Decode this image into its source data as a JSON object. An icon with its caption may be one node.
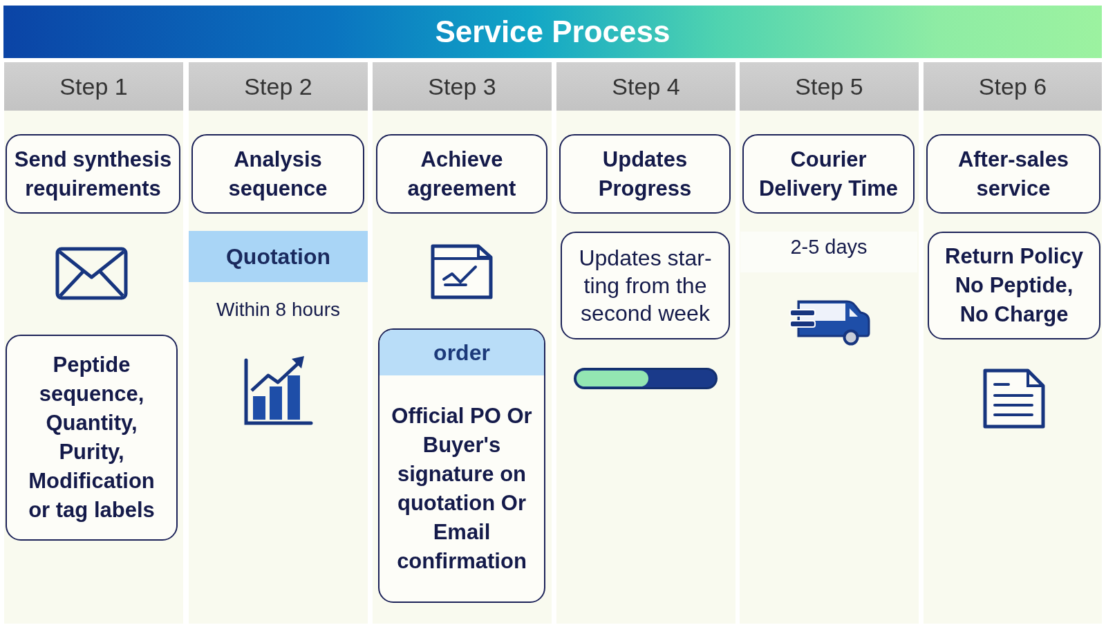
{
  "diagram": {
    "title": "Service Process",
    "nodes": [
      {
        "text": [
          "Step 1"
        ]
      },
      {
        "text": [
          "Send synthesis requirements"
        ],
        "in": 0
      },
      {
        "text": [
          "Peptide sequence, Quantity, Purity, Modification or tag labels"
        ],
        "in": 0
      },
      {
        "text": [
          "Step 2"
        ]
      },
      {
        "text": [
          "Analysis sequence"
        ],
        "in": 3
      },
      {
        "text": [
          "Quotation"
        ],
        "in": 3,
        "beside": [
          "Within 8 hours"
        ]
      },
      {
        "text": [
          "Step 3"
        ]
      },
      {
        "text": [
          "Achieve agreement"
        ],
        "in": 6
      },
      {
        "text": [
          "order",
          "Official PO Or Buyer's signature on quotation Or Email confirmation"
        ],
        "in": 6
      },
      {
        "text": [
          "Step 4"
        ]
      },
      {
        "text": [
          "Updates Progress"
        ],
        "in": 9
      },
      {
        "text": [
          "Updates star-ting from the second week"
        ],
        "in": 9
      },
      {
        "text": [
          "Step 5"
        ]
      },
      {
        "text": [
          "Courier Delivery Time"
        ],
        "in": 12
      },
      {
        "text": [
          "2-5 days"
        ],
        "in": 12
      },
      {
        "text": [
          "Step 6"
        ]
      },
      {
        "text": [
          "After-sales service"
        ],
        "in": 15
      },
      {
        "text": [
          "Return Policy No Peptide, No Charge"
        ],
        "in": 15
      }
    ]
  }
}
